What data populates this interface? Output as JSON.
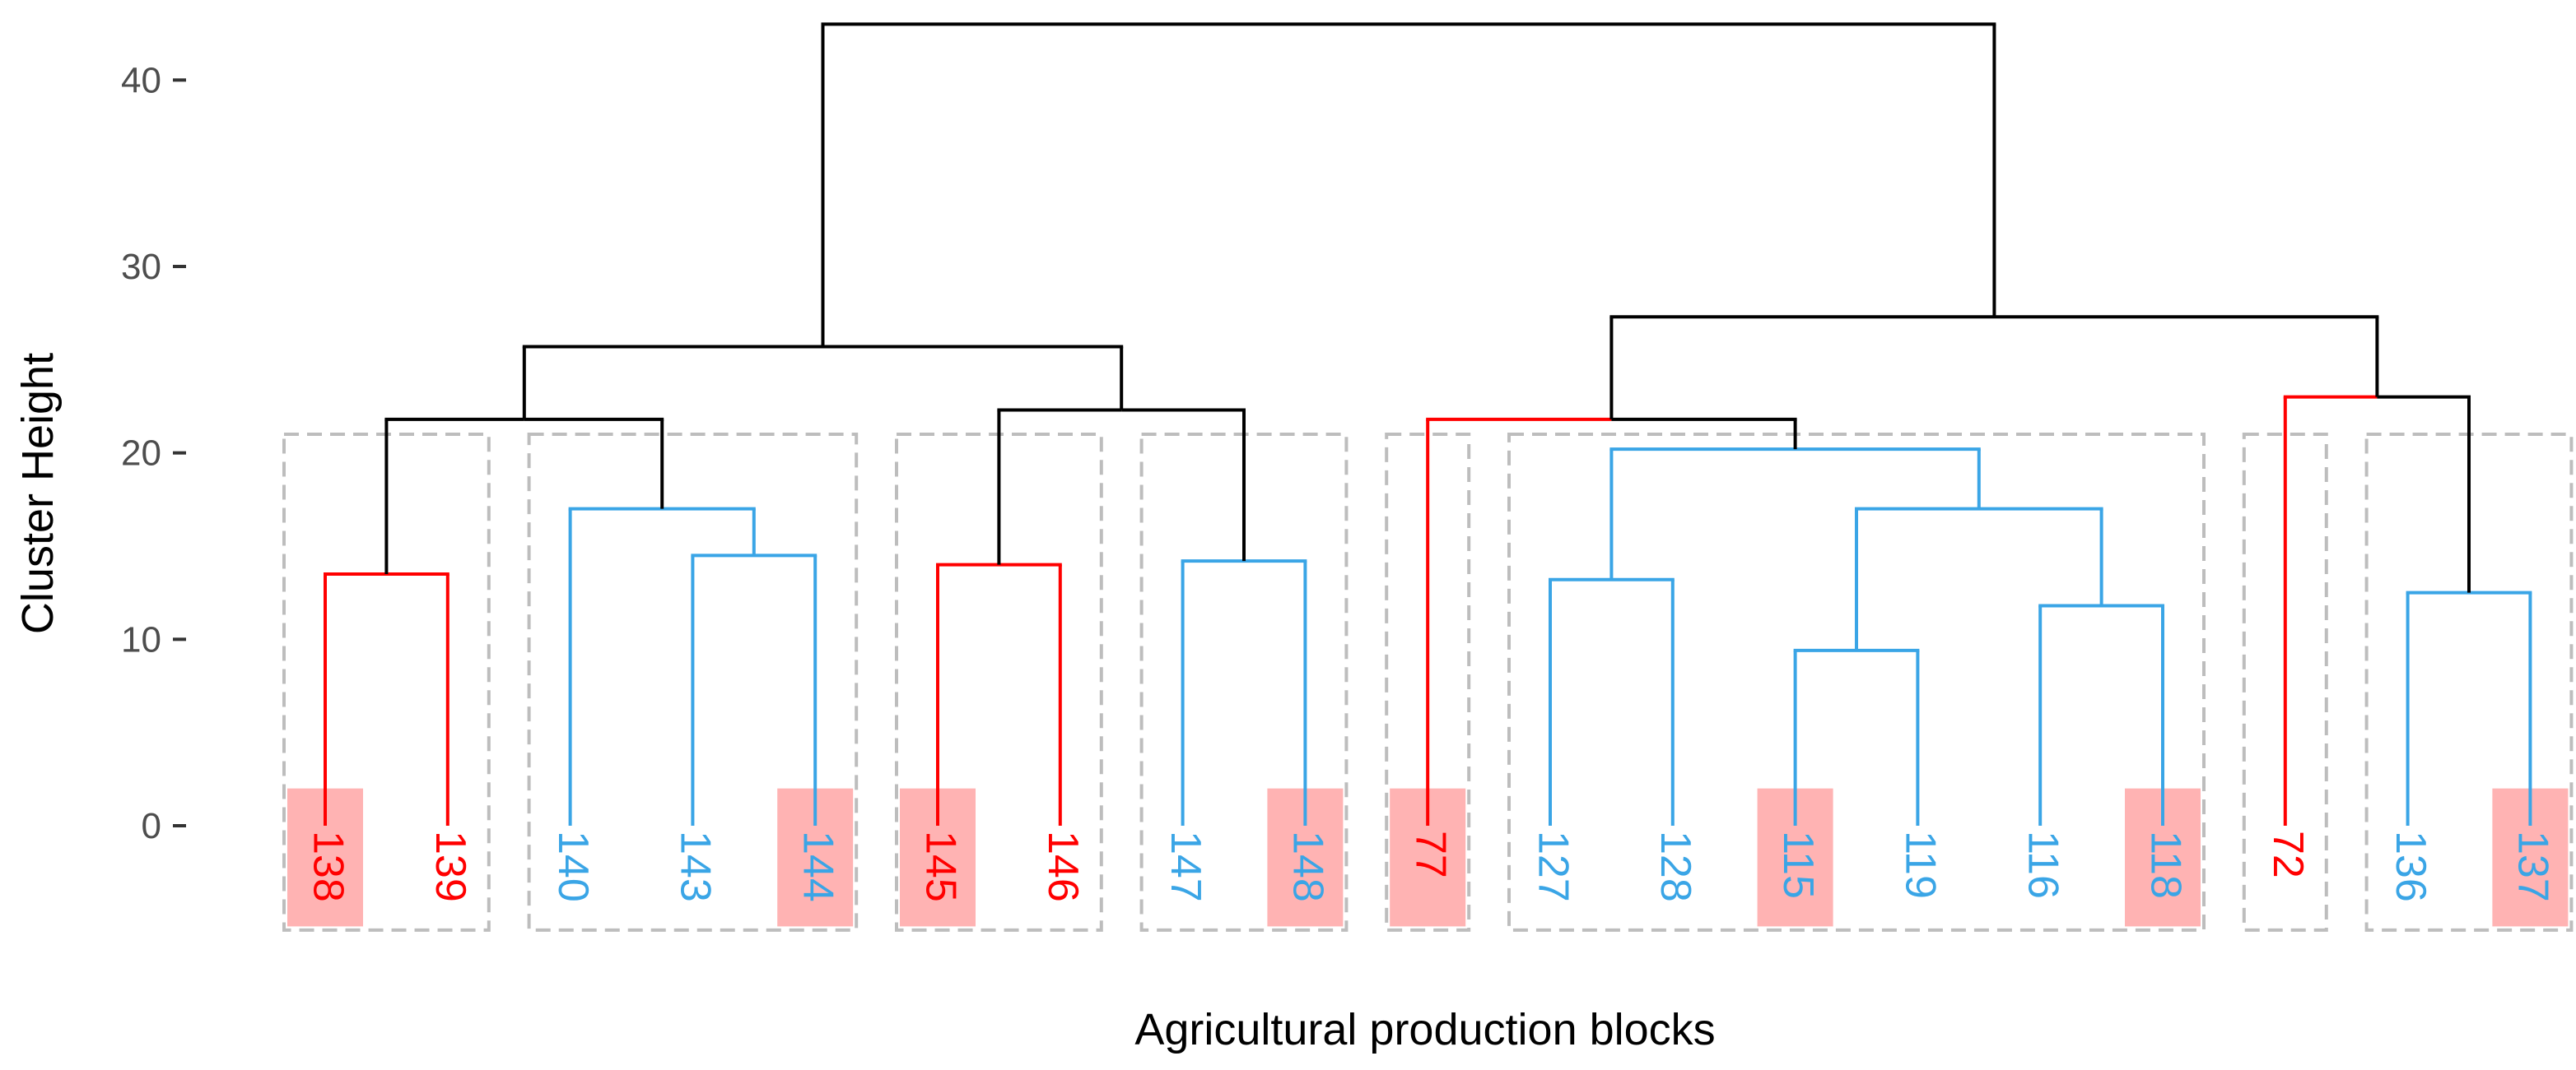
{
  "chart_data": {
    "type": "dendrogram",
    "title": "",
    "xlabel": "Agricultural production blocks",
    "ylabel": "Cluster Height",
    "ylim": [
      -6,
      43.5
    ],
    "yticks": [
      0,
      10,
      20,
      30,
      40
    ],
    "colors": {
      "red": "#ff0000",
      "blue": "#3aa5e6",
      "black": "#000000",
      "box": "#bdbdbd",
      "highlight": "#ffb3b3"
    },
    "leaves": [
      {
        "label": "138",
        "color": "red",
        "highlighted": true
      },
      {
        "label": "139",
        "color": "red",
        "highlighted": false
      },
      {
        "label": "140",
        "color": "blue",
        "highlighted": false
      },
      {
        "label": "143",
        "color": "blue",
        "highlighted": false
      },
      {
        "label": "144",
        "color": "blue",
        "highlighted": true
      },
      {
        "label": "145",
        "color": "red",
        "highlighted": true
      },
      {
        "label": "146",
        "color": "red",
        "highlighted": false
      },
      {
        "label": "147",
        "color": "blue",
        "highlighted": false
      },
      {
        "label": "148",
        "color": "blue",
        "highlighted": true
      },
      {
        "label": "77",
        "color": "red",
        "highlighted": true
      },
      {
        "label": "127",
        "color": "blue",
        "highlighted": false
      },
      {
        "label": "128",
        "color": "blue",
        "highlighted": false
      },
      {
        "label": "115",
        "color": "blue",
        "highlighted": true
      },
      {
        "label": "119",
        "color": "blue",
        "highlighted": false
      },
      {
        "label": "116",
        "color": "blue",
        "highlighted": false
      },
      {
        "label": "118",
        "color": "blue",
        "highlighted": true
      },
      {
        "label": "72",
        "color": "red",
        "highlighted": false
      },
      {
        "label": "136",
        "color": "blue",
        "highlighted": false
      },
      {
        "label": "137",
        "color": "blue",
        "highlighted": true
      }
    ],
    "merges": [
      {
        "id": "m1",
        "left": "138",
        "right": "139",
        "height": 13.5,
        "color": "red"
      },
      {
        "id": "m2",
        "left": "143",
        "right": "144",
        "height": 14.5,
        "color": "blue"
      },
      {
        "id": "m3",
        "left": "140",
        "right": "m2",
        "height": 17.0,
        "color": "blue"
      },
      {
        "id": "m4",
        "left": "145",
        "right": "146",
        "height": 14.0,
        "color": "red"
      },
      {
        "id": "m5",
        "left": "147",
        "right": "148",
        "height": 14.2,
        "color": "blue"
      },
      {
        "id": "m6",
        "left": "127",
        "right": "128",
        "height": 13.2,
        "color": "blue"
      },
      {
        "id": "m7",
        "left": "115",
        "right": "119",
        "height": 9.4,
        "color": "blue"
      },
      {
        "id": "m8",
        "left": "116",
        "right": "118",
        "height": 11.8,
        "color": "blue"
      },
      {
        "id": "m9",
        "left": "m7",
        "right": "m8",
        "height": 17.0,
        "color": "blue"
      },
      {
        "id": "m10",
        "left": "m6",
        "right": "m9",
        "height": 20.2,
        "color": "blue"
      },
      {
        "id": "m11",
        "left": "136",
        "right": "137",
        "height": 12.5,
        "color": "blue"
      },
      {
        "id": "m12",
        "left": "m1",
        "right": "m3",
        "height": 21.8,
        "color": "mixed"
      },
      {
        "id": "m13",
        "left": "m4",
        "right": "m5",
        "height": 22.3,
        "color": "mixed"
      },
      {
        "id": "m14",
        "left": "77",
        "right": "m10",
        "height": 21.8,
        "color": "mixed"
      },
      {
        "id": "m15",
        "left": "72",
        "right": "m11",
        "height": 23.0,
        "color": "mixed"
      },
      {
        "id": "m16",
        "left": "m12",
        "right": "m13",
        "height": 25.7,
        "color": "black"
      },
      {
        "id": "m17",
        "left": "m14",
        "right": "m15",
        "height": 27.3,
        "color": "black"
      },
      {
        "id": "m18",
        "left": "m16",
        "right": "m17",
        "height": 43.0,
        "color": "black"
      }
    ],
    "groups": [
      {
        "first": 0,
        "last": 1
      },
      {
        "first": 2,
        "last": 4
      },
      {
        "first": 5,
        "last": 6
      },
      {
        "first": 7,
        "last": 8
      },
      {
        "first": 9,
        "last": 9
      },
      {
        "first": 10,
        "last": 15
      },
      {
        "first": 16,
        "last": 16
      },
      {
        "first": 17,
        "last": 18
      }
    ],
    "group_box_top": 21.0,
    "grid": false,
    "legend": "none"
  }
}
